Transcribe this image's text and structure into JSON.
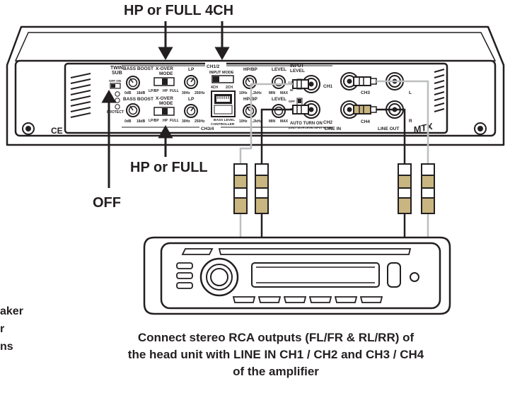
{
  "callouts": {
    "top_left": "HP or FULL",
    "top_right": "4CH",
    "middle": "HP or FULL",
    "off": "OFF"
  },
  "amp_panel": {
    "twin_sub": "TWIN\nSUB",
    "off_on": "OFF  ON",
    "protect": "PROTECT",
    "bass_boost_1": "BASS BOOST",
    "bass_boost_2": "BASS BOOST",
    "boost_min": "0dB",
    "boost_max": "18dB",
    "xover_mode_1": "X-OVER\nMODE",
    "xover_mode_2": "X-OVER\nMODE",
    "xover_opts": [
      "LP/BP",
      "HP",
      "FULL"
    ],
    "lp_1": "LP",
    "lp_2": "LP",
    "lp_min": "30Hz",
    "lp_max": "250Hz",
    "ch12": "CH1/2",
    "ch34": "CH3/4",
    "input_mode": "INPUT MODE",
    "input_mode_opts": [
      "4CH",
      "2CH"
    ],
    "bass_level_controller": "BASS LEVEL\nCONTROLLER",
    "hpbp_1": "HP/BP",
    "hpbp_2": "HP/BP",
    "hp_min": "10Hz",
    "hp_max": "1.2kHz",
    "level_1": "LEVEL",
    "level_2": "LEVEL",
    "level_min": "MIN",
    "level_max": "MAX",
    "input_level": "INPUT\nLEVEL",
    "low": "LOW",
    "hi": "HI",
    "off": "OFF",
    "on": "ON",
    "auto_turn_on": "AUTO TURN ON",
    "auto_turn_on_sub": "(ONLY WITH LEVEL INPUT MODE)",
    "ch1": "CH1",
    "ch2": "CH2",
    "ch3": "CH3",
    "ch4": "CH4",
    "line_in": "LINE IN",
    "line_out": "LINE OUT",
    "l": "L",
    "r": "R",
    "brand": "MTX",
    "ce": "CE"
  },
  "caption": {
    "line1": "Connect stereo RCA outputs (FL/FR & RL/RR) of",
    "line2": "the head unit with LINE IN CH1 / CH2 and CH3 / CH4",
    "line3": "of the amplifier"
  },
  "side_note": {
    "line1": "aker",
    "line2": "r",
    "line3": "ns"
  },
  "colors": {
    "ink": "#231f20",
    "panel_fill": "#ffffff",
    "cable_grey": "#bcbec0",
    "cable_black": "#231f20",
    "rca_gold": "#c8b580"
  }
}
